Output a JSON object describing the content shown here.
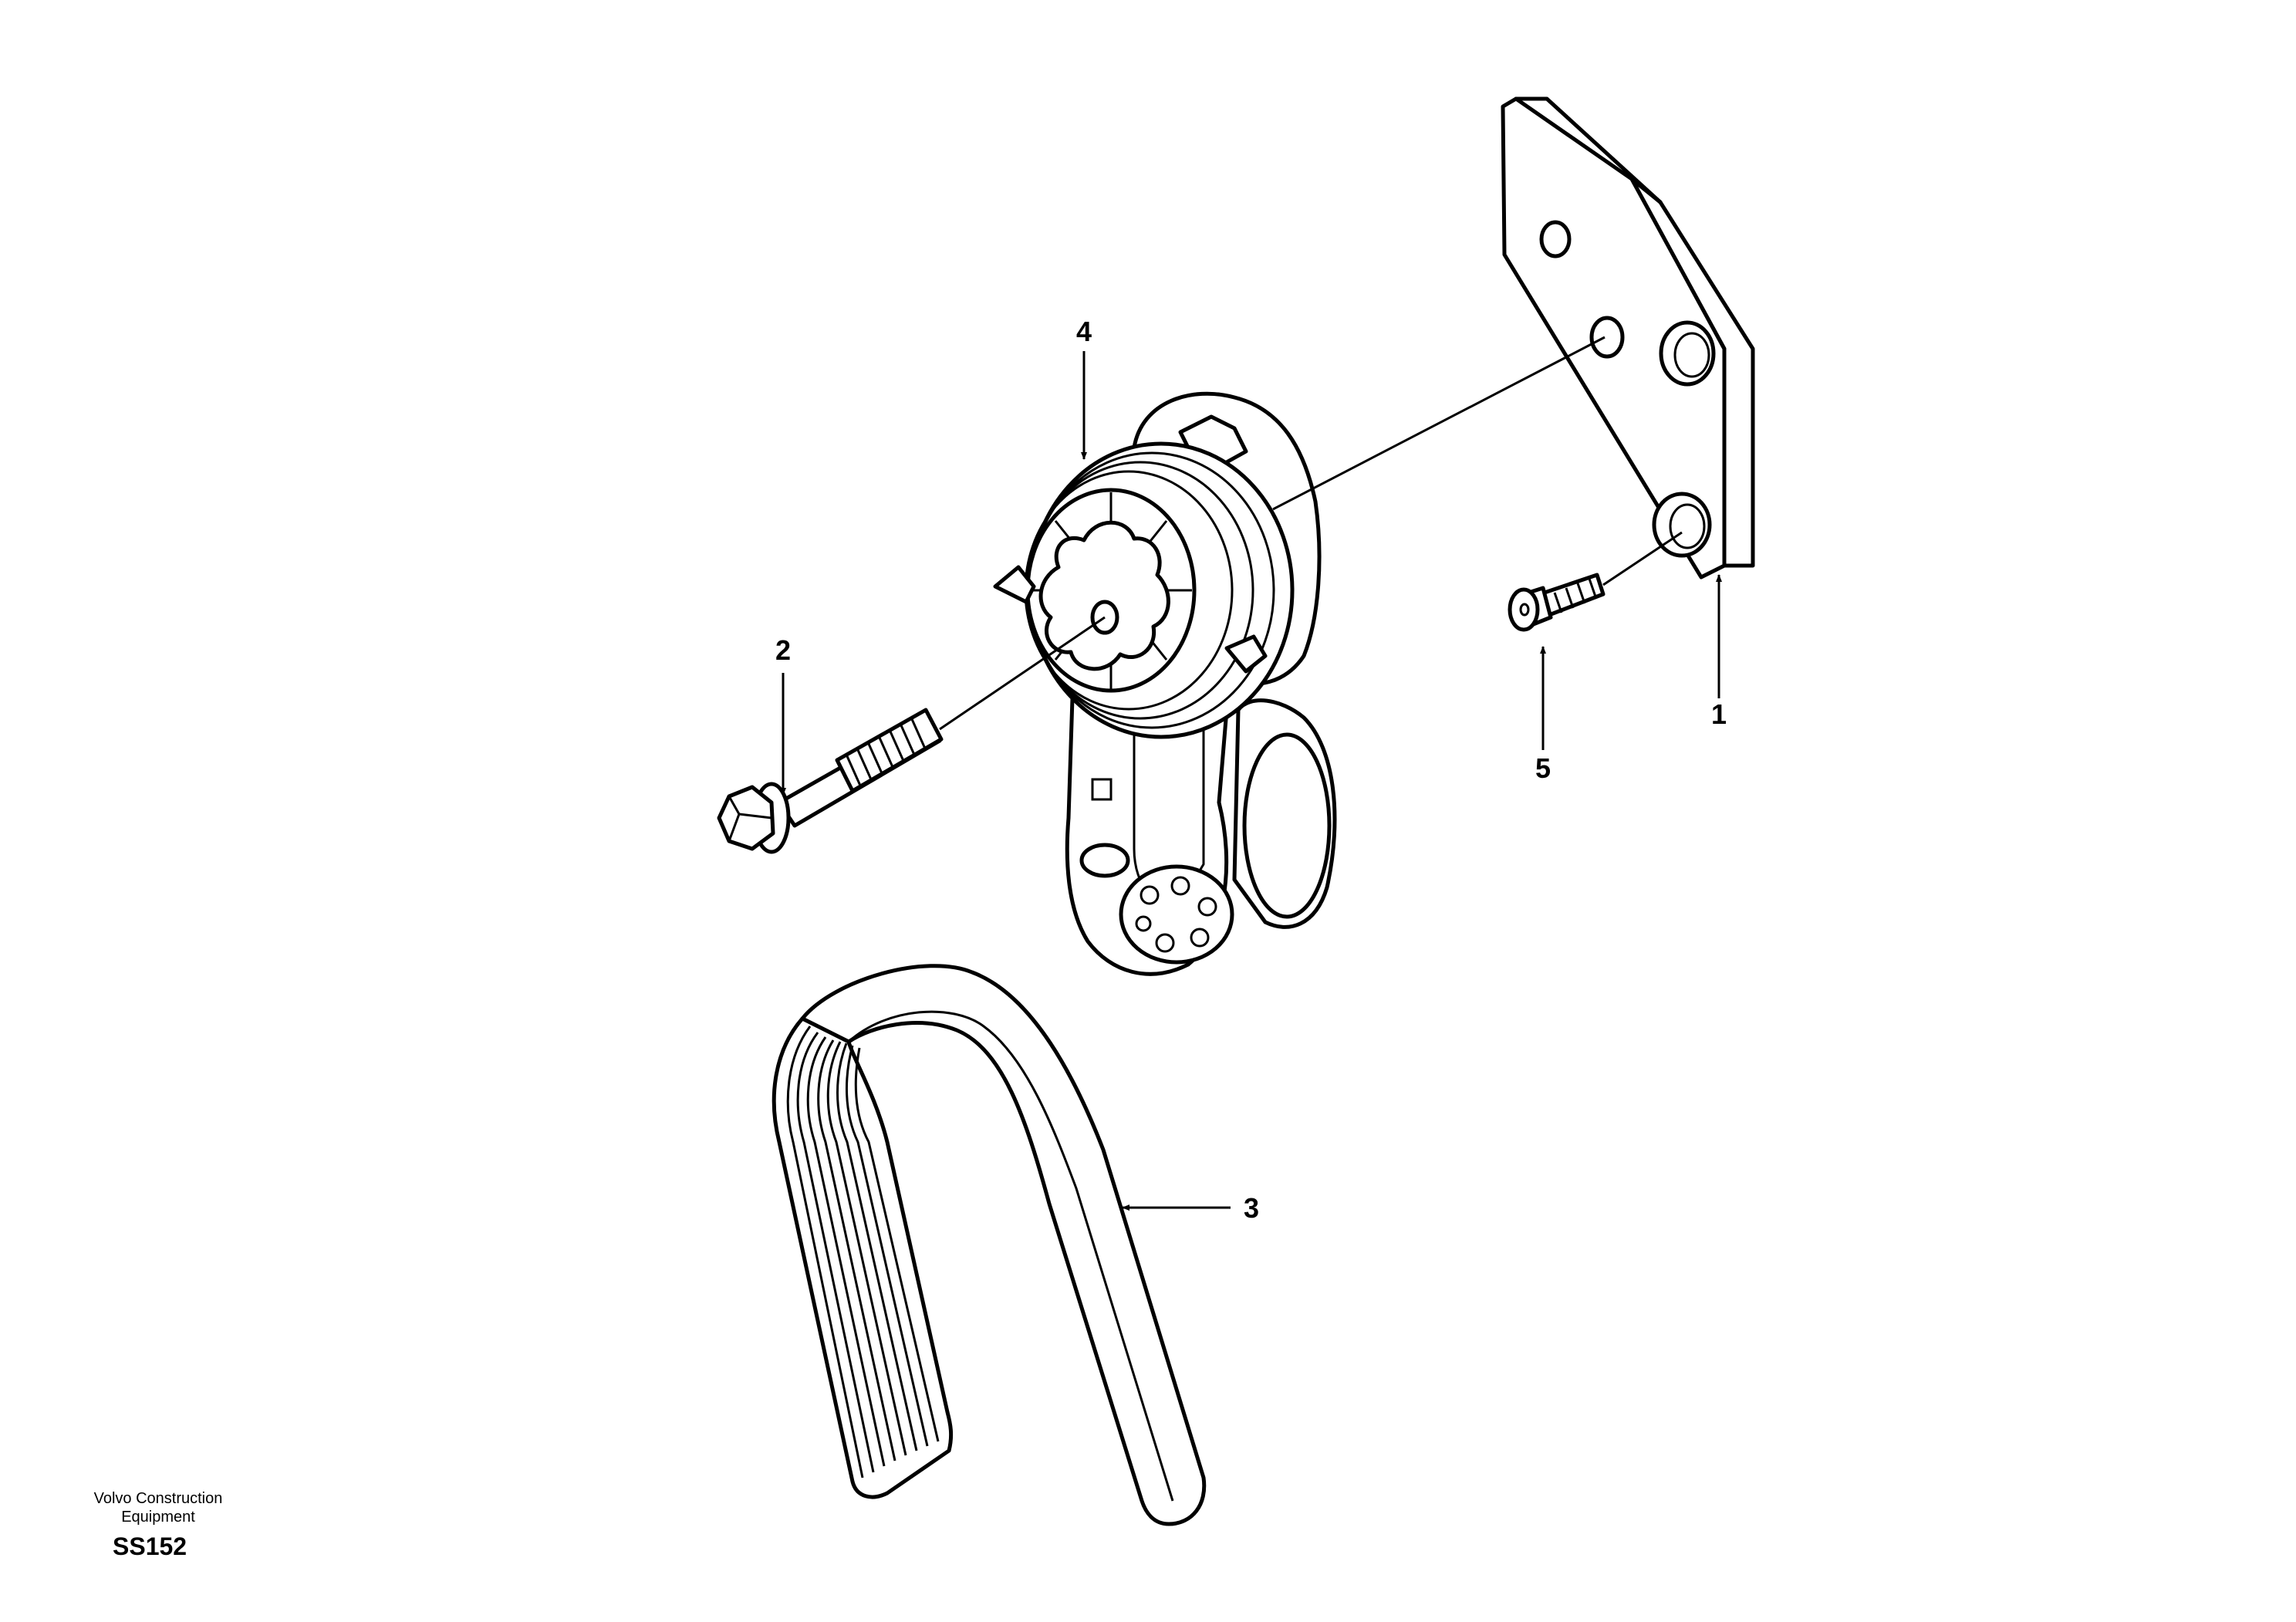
{
  "callouts": {
    "part_1": "1",
    "part_2": "2",
    "part_3": "3",
    "part_4": "4",
    "part_5": "5"
  },
  "footer": {
    "publisher_line1": "Volvo Construction",
    "publisher_line2": "Equipment",
    "drawing_code": "SS152"
  },
  "colors": {
    "ink": "#000000",
    "paper": "#ffffff"
  }
}
